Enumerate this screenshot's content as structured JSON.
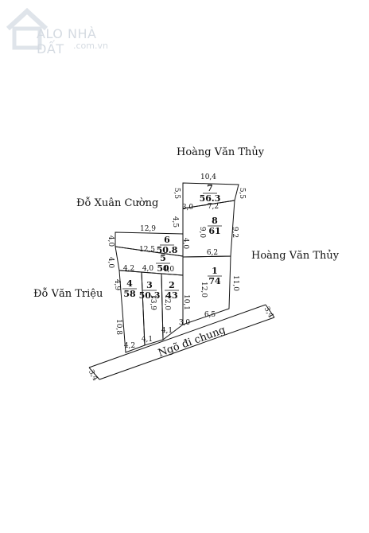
{
  "watermark": {
    "brand": "ALO NHÀ ĐẤT",
    "domain": ".com.vn",
    "logo_icon": "house-logo-icon"
  },
  "neighbors": {
    "top": "Hoàng Văn Thủy",
    "right": "Hoàng Văn Thủy",
    "upper_left": "Đỗ Xuân Cường",
    "left": "Đỗ Văn Triệu"
  },
  "road": {
    "name": "Ngõ đi chung",
    "width_left": "3,4",
    "width_right": "3,4"
  },
  "lots": [
    {
      "id": "7",
      "area": "56.3"
    },
    {
      "id": "8",
      "area": "61"
    },
    {
      "id": "6",
      "area": "50.8"
    },
    {
      "id": "5",
      "area": "50"
    },
    {
      "id": "1",
      "area": "74"
    },
    {
      "id": "4",
      "area": "58"
    },
    {
      "id": "3",
      "area": "50.3"
    },
    {
      "id": "2",
      "area": "43"
    }
  ],
  "dimensions": [
    "10,4",
    "5,5",
    "5,5",
    "3,0",
    "7,2",
    "4,5",
    "9,0",
    "9,2",
    "12,9",
    "4,0",
    "4,0",
    "12,5",
    "4,0",
    "6,2",
    "4,2",
    "4,0",
    "4,0",
    "4,9",
    "13,9",
    "12,0",
    "10,1",
    "12,0",
    "11,0",
    "10,8",
    "4,2",
    "4,1",
    "4,1",
    "3,0",
    "6,5"
  ]
}
